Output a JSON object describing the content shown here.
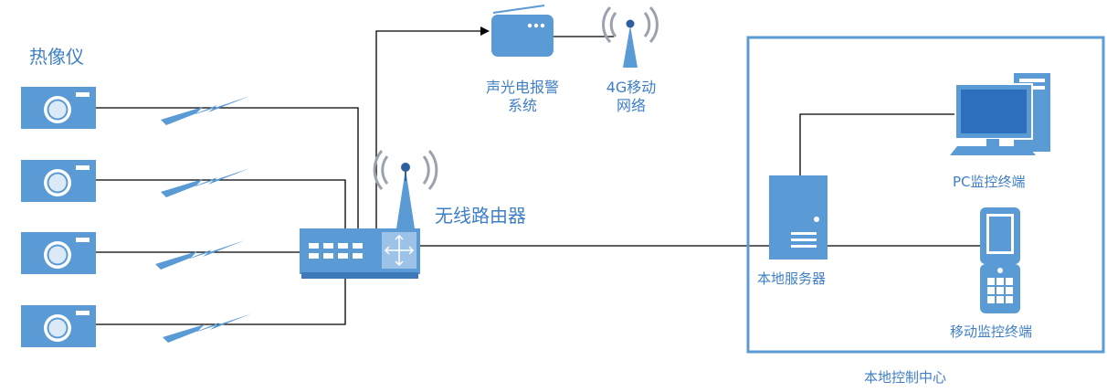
{
  "labels": {
    "thermal_cameras": "热像仪",
    "wireless_router": "无线路由器",
    "alarm_line1": "声光电报警",
    "alarm_line2": "系统",
    "mobile4g_line1": "4G移动",
    "mobile4g_line2": "网络",
    "pc_terminal": "PC监控终端",
    "local_server": "本地服务器",
    "mobile_terminal": "移动监控终端",
    "control_center": "本地控制中心"
  },
  "colors": {
    "device_fill": "#5b9bd5",
    "device_dark": "#2e5f9e",
    "device_light": "#dce9f6",
    "label_text": "#3f7fc8",
    "line": "#000000",
    "frame": "#5b9bd5"
  },
  "icons": {
    "camera": "thermal-camera-icon",
    "router": "wireless-router-icon",
    "antenna": "antenna-icon",
    "lightning": "wireless-signal-lightning-icon",
    "alarm": "radio-alarm-icon",
    "tower": "cell-tower-icon",
    "monitor": "pc-monitor-icon",
    "server": "server-tower-icon",
    "phone": "mobile-phone-icon"
  }
}
